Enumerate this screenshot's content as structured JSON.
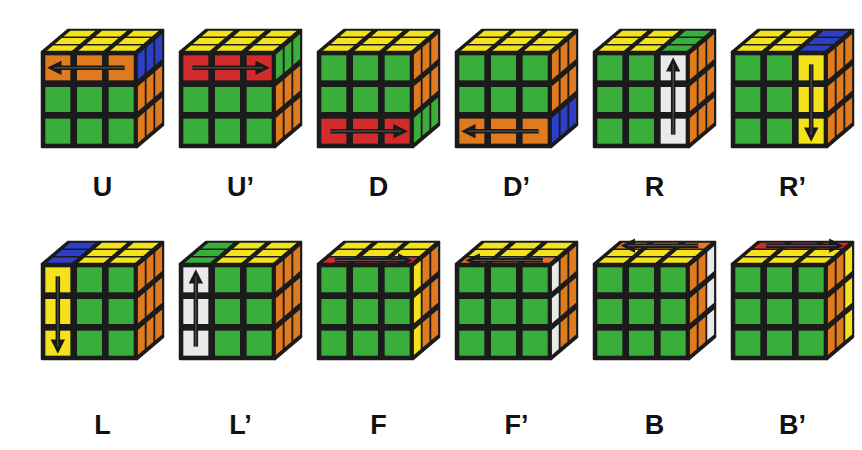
{
  "diagram": {
    "labels": [
      "U",
      "U’",
      "D",
      "D’",
      "R",
      "R’",
      "L",
      "L’",
      "F",
      "F’",
      "B",
      "B’"
    ]
  }
}
